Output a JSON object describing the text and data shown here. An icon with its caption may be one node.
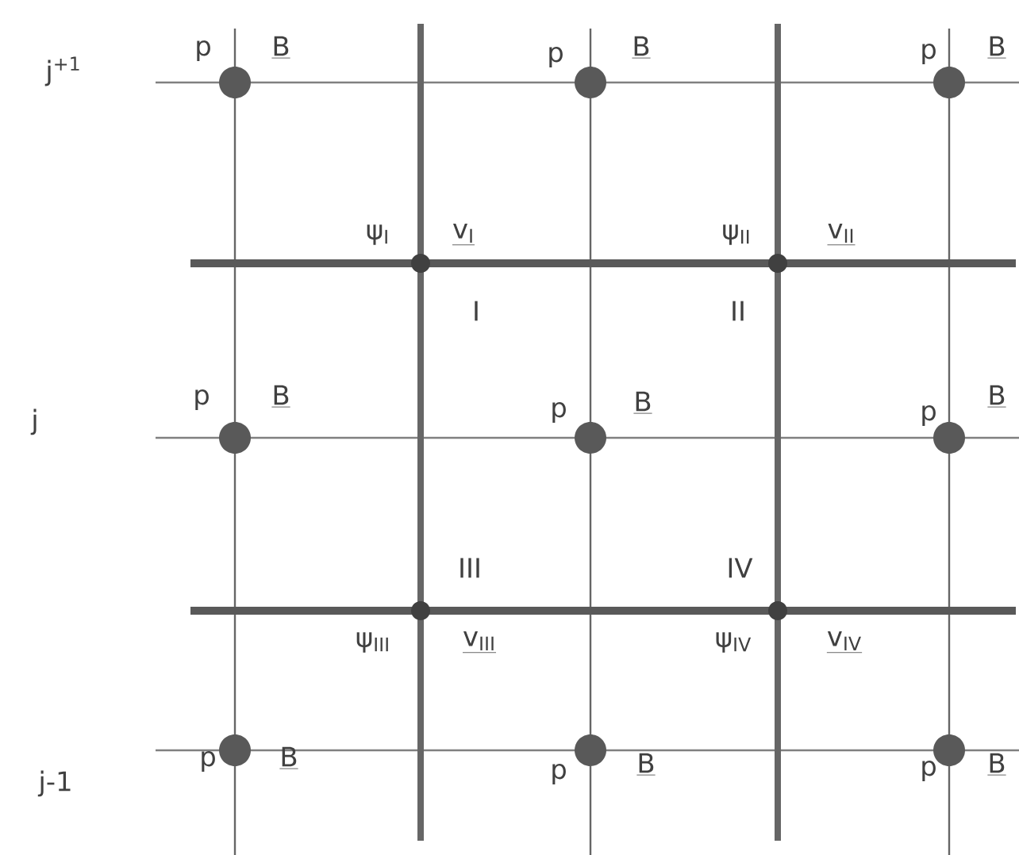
{
  "diagram": {
    "labels": [
      "j$^{+1}$",
      "p",
      "B",
      "p",
      "B",
      "p",
      "B",
      "ψ$_{I}$",
      "v$_{I}$",
      "ψ$_{II}$",
      "v$_{II}$",
      "I",
      "II",
      "j",
      "p",
      "B",
      "p",
      "B",
      "p",
      "B",
      "III",
      "IV",
      "ψ$_{III}$",
      "v$_{III}$",
      "ψ$_{IV}$",
      "v$_{IV}$",
      "j-1",
      "p",
      "B",
      "p",
      "B",
      "p",
      "B"
    ]
  }
}
